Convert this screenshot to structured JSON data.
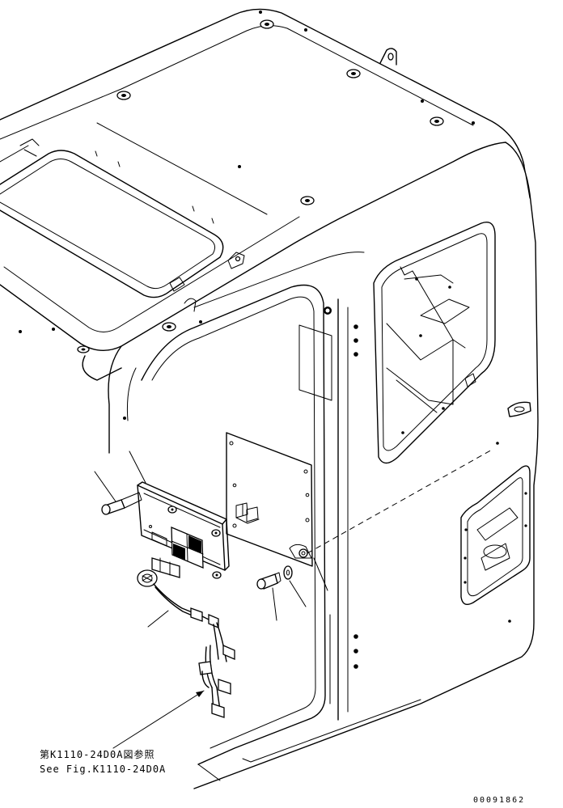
{
  "notes": {
    "ref_jp": "第K1110-24D0A図参照",
    "ref_en": "See Fig.K1110-24D0A"
  },
  "serial": "00091862"
}
